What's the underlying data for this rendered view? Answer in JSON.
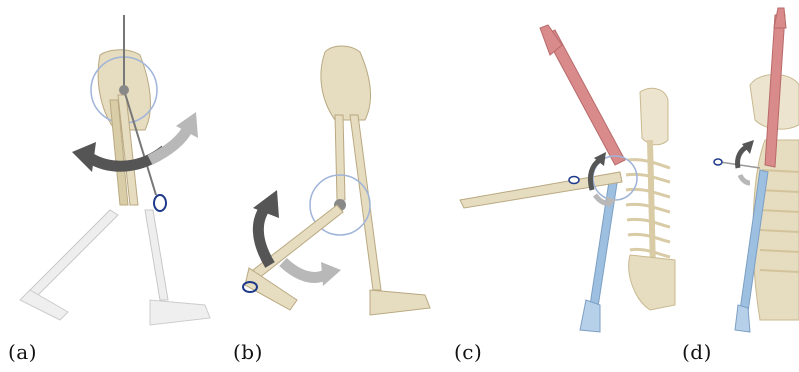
{
  "figure": {
    "panels": [
      {
        "id": "a",
        "label": "(a)"
      },
      {
        "id": "b",
        "label": "(b)"
      },
      {
        "id": "c",
        "label": "(c)"
      },
      {
        "id": "d",
        "label": "(d)"
      }
    ],
    "colors": {
      "bone": "#e6dcc0",
      "bone_shade": "#c9b98f",
      "ghost_bone": "#e9e9e9",
      "muscle_red": "#d98a8a",
      "vessel_blue": "#9dbfe0",
      "arrow_dark": "#555555",
      "arrow_light": "#b8b8b8",
      "ring_blue": "#1f3a8a",
      "joint_circle": "#9fb4d8"
    }
  }
}
